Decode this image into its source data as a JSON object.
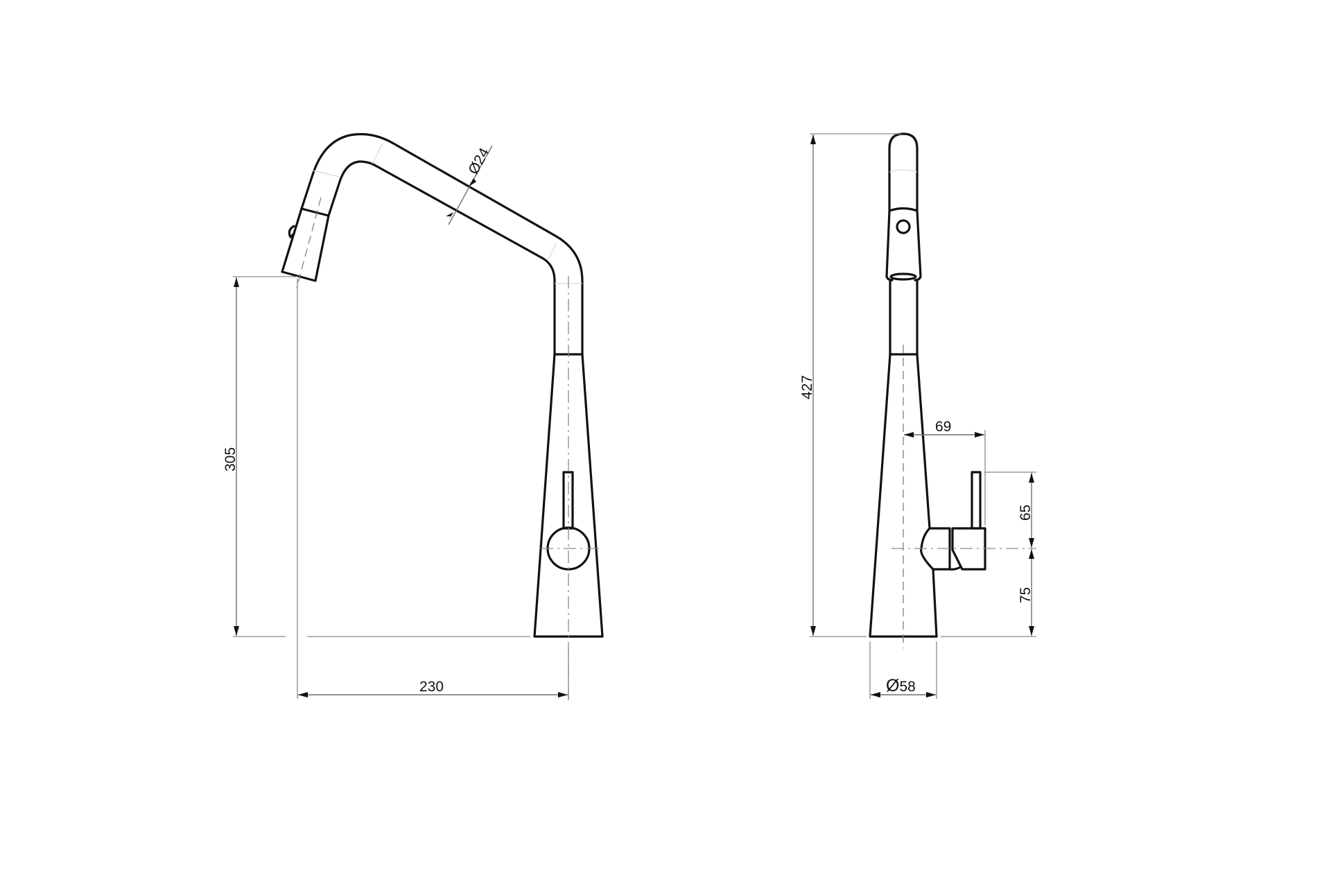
{
  "drawing": {
    "type": "technical-drawing",
    "subject": "kitchen mixer tap with pull-out spray",
    "line_color": "#111111",
    "dimension_color": "#6f6f6f",
    "background": "#ffffff"
  },
  "front_view": {
    "dimensions": {
      "spout_diameter": {
        "symbol": "Ø",
        "value": "24"
      },
      "spout_height": {
        "value": "305"
      },
      "spout_reach": {
        "value": "230"
      }
    }
  },
  "side_view": {
    "dimensions": {
      "overall_height": {
        "value": "427"
      },
      "lever_projection": {
        "value": "69"
      },
      "lever_height_above_axis": {
        "value": "65"
      },
      "lever_axis_height": {
        "value": "75"
      },
      "base_diameter": {
        "symbol": "Ø",
        "value": "58"
      }
    }
  }
}
